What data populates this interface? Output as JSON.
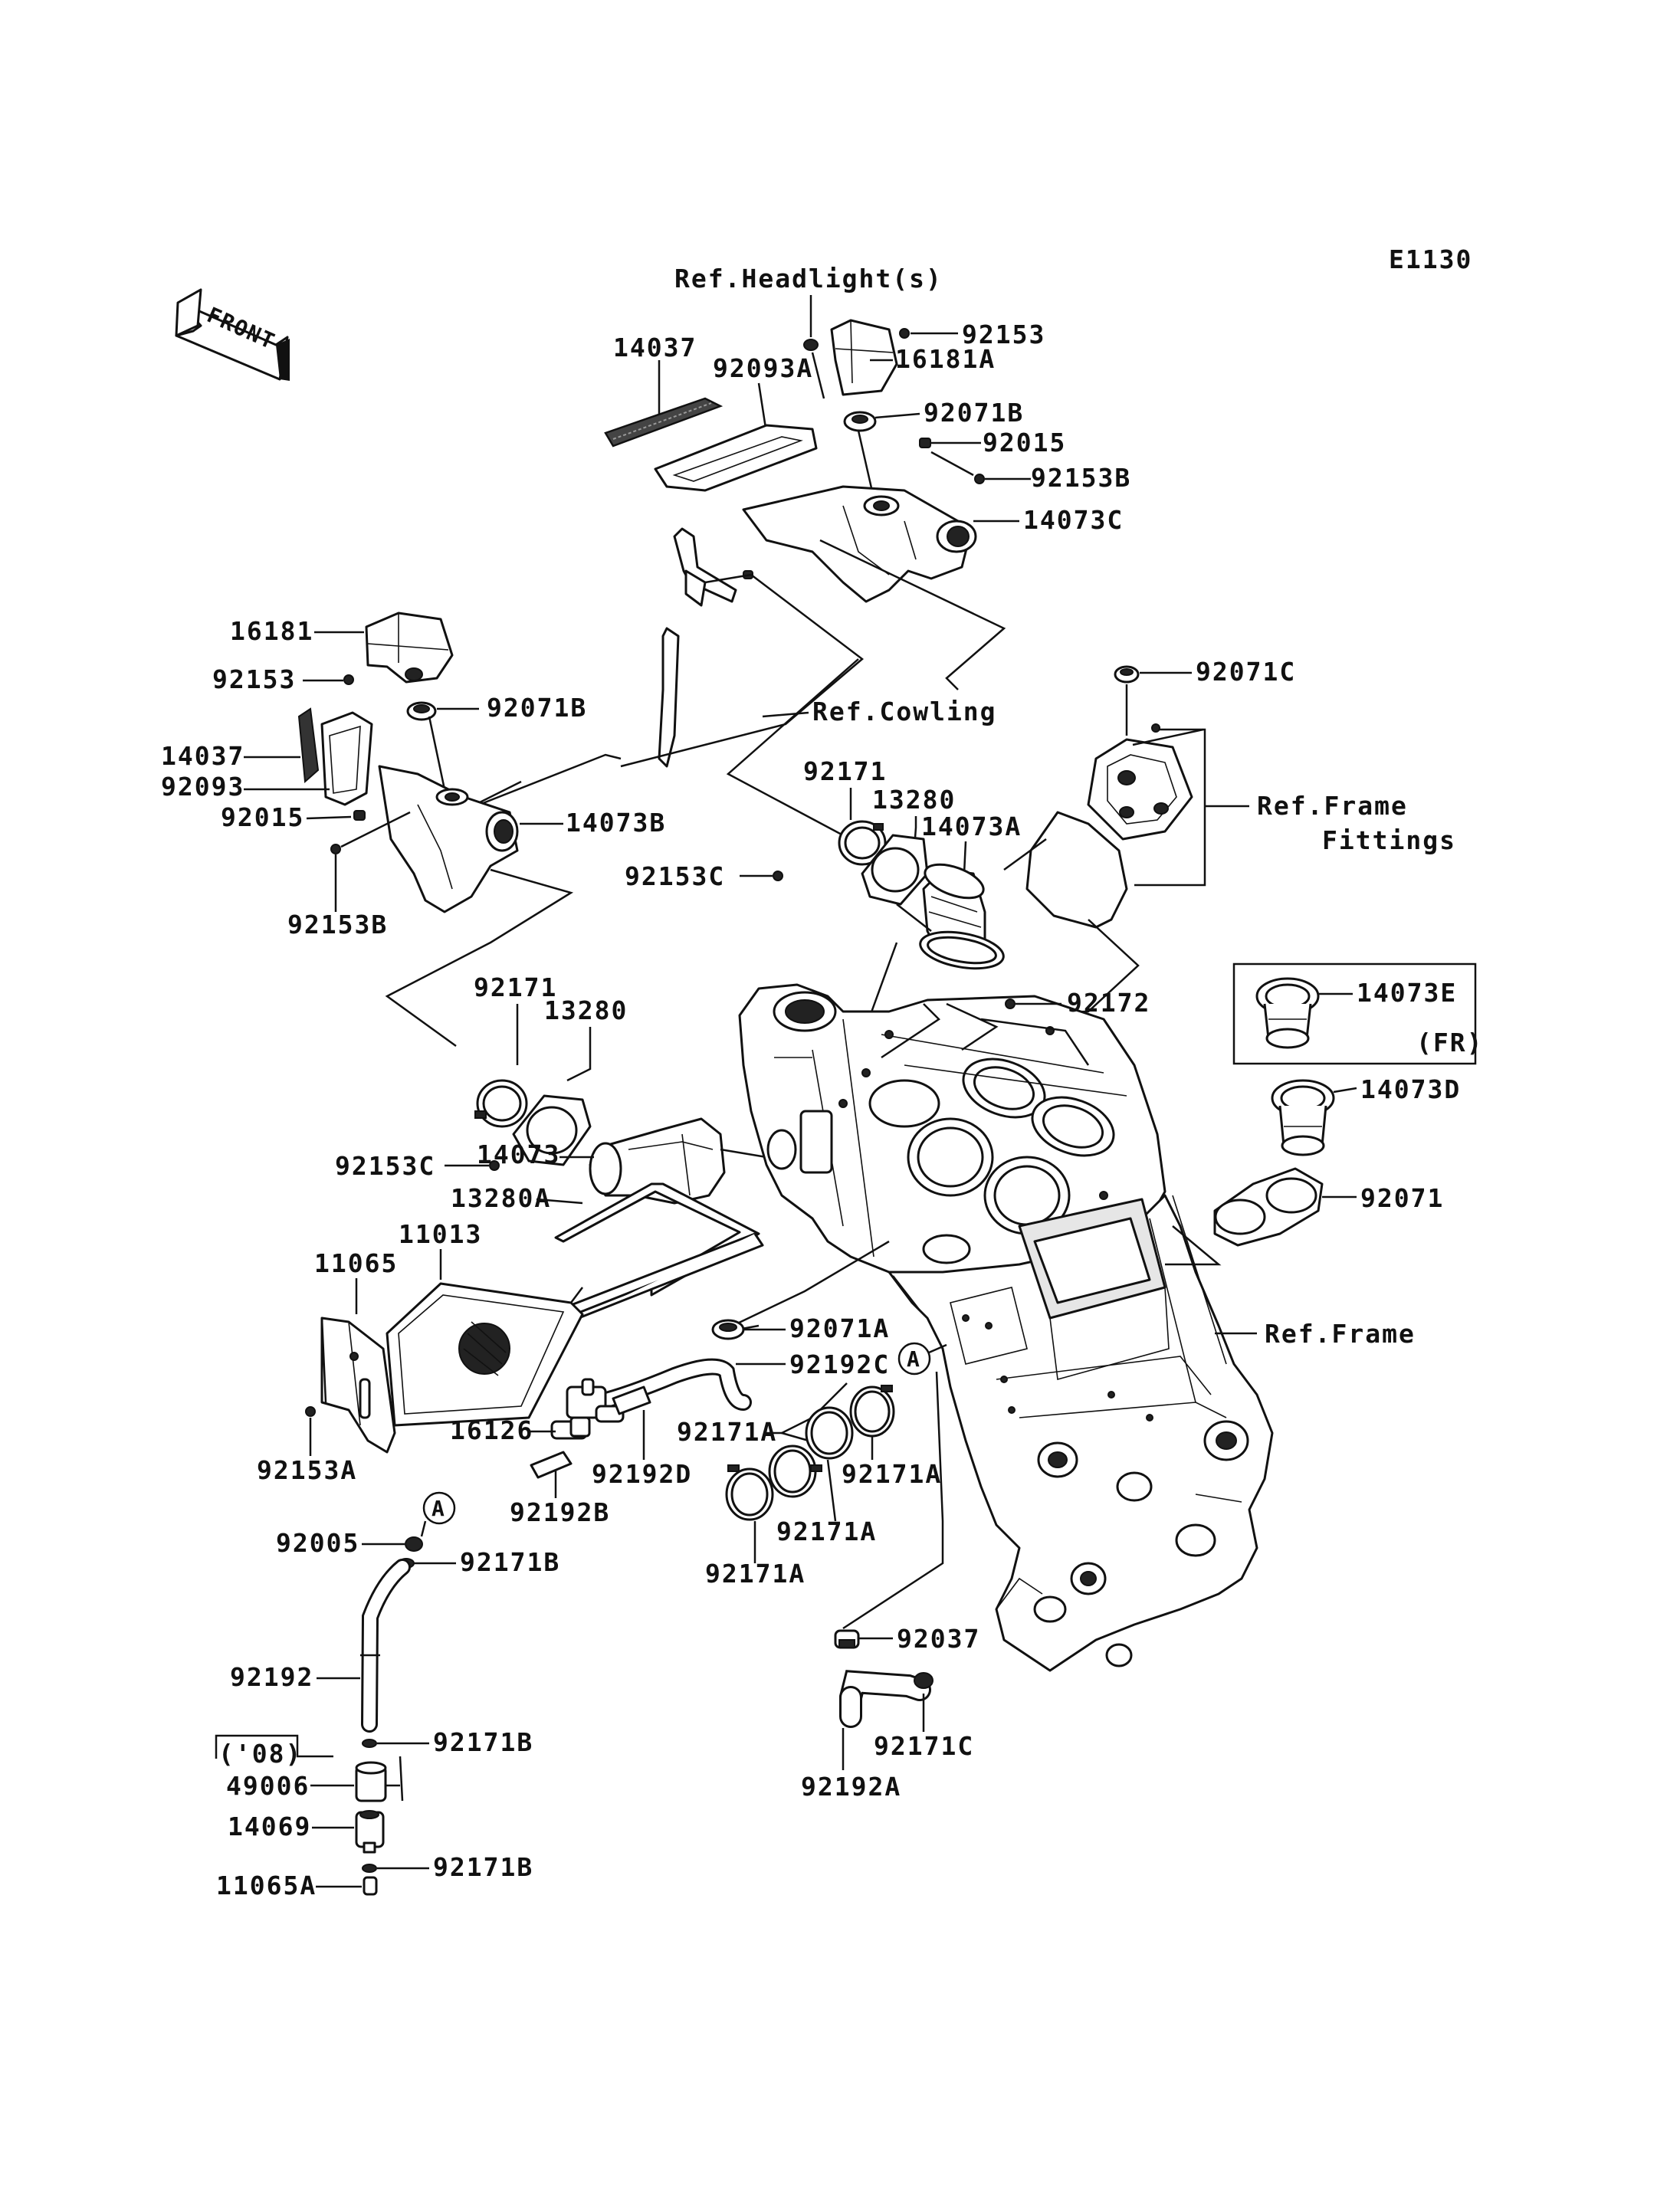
{
  "diagram_code": "E1130",
  "front_label": "FRONT",
  "labels": {
    "ref_headlights": "Ref.Headlight(s)",
    "p92153_top": "92153",
    "p16181A": "16181A",
    "p14037_top": "14037",
    "p92093A": "92093A",
    "p92071B_top": "92071B",
    "p92015_top": "92015",
    "p92153B_top": "92153B",
    "p14073C": "14073C",
    "p16181": "16181",
    "p92153_left": "92153",
    "p92071B_left": "92071B",
    "ref_cowling": "Ref.Cowling",
    "p92071C": "92071C",
    "p14037_left": "14037",
    "p92093": "92093",
    "p92015_left": "92015",
    "p14073B": "14073B",
    "p92153B_left": "92153B",
    "p92171_upper": "92171",
    "p13280_upper": "13280",
    "p14073A": "14073A",
    "ref_frame_fittings_1": "Ref.Frame",
    "ref_frame_fittings_2": "Fittings",
    "p92153C_upper": "92153C",
    "p92171_mid": "92171",
    "p13280_mid": "13280",
    "p92172": "92172",
    "p14073E": "14073E",
    "fr_note": "(FR)",
    "p92153C_mid": "92153C",
    "p14073D": "14073D",
    "p14073": "14073",
    "p13280A": "13280A",
    "p92071": "92071",
    "p11013": "11013",
    "p11065": "11065",
    "ref_frame": "Ref.Frame",
    "p92071A": "92071A",
    "p92192C": "92192C",
    "circle_A_1": "A",
    "p16126": "16126",
    "p92171A_1": "92171A",
    "p92153A": "92153A",
    "p92192D": "92192D",
    "p92171A_2": "92171A",
    "p92192B": "92192B",
    "circle_A_2": "A",
    "p92171A_3": "92171A",
    "p92005": "92005",
    "p92171A_4": "92171A",
    "p92171B_1": "92171B",
    "p92192": "92192",
    "p92037": "92037",
    "p92171C": "92171C",
    "p92171B_2": "92171B",
    "note_08": "('08)",
    "p49006": "49006",
    "p92192A": "92192A",
    "p14069": "14069",
    "p92171B_3": "92171B",
    "p11065A": "11065A"
  }
}
